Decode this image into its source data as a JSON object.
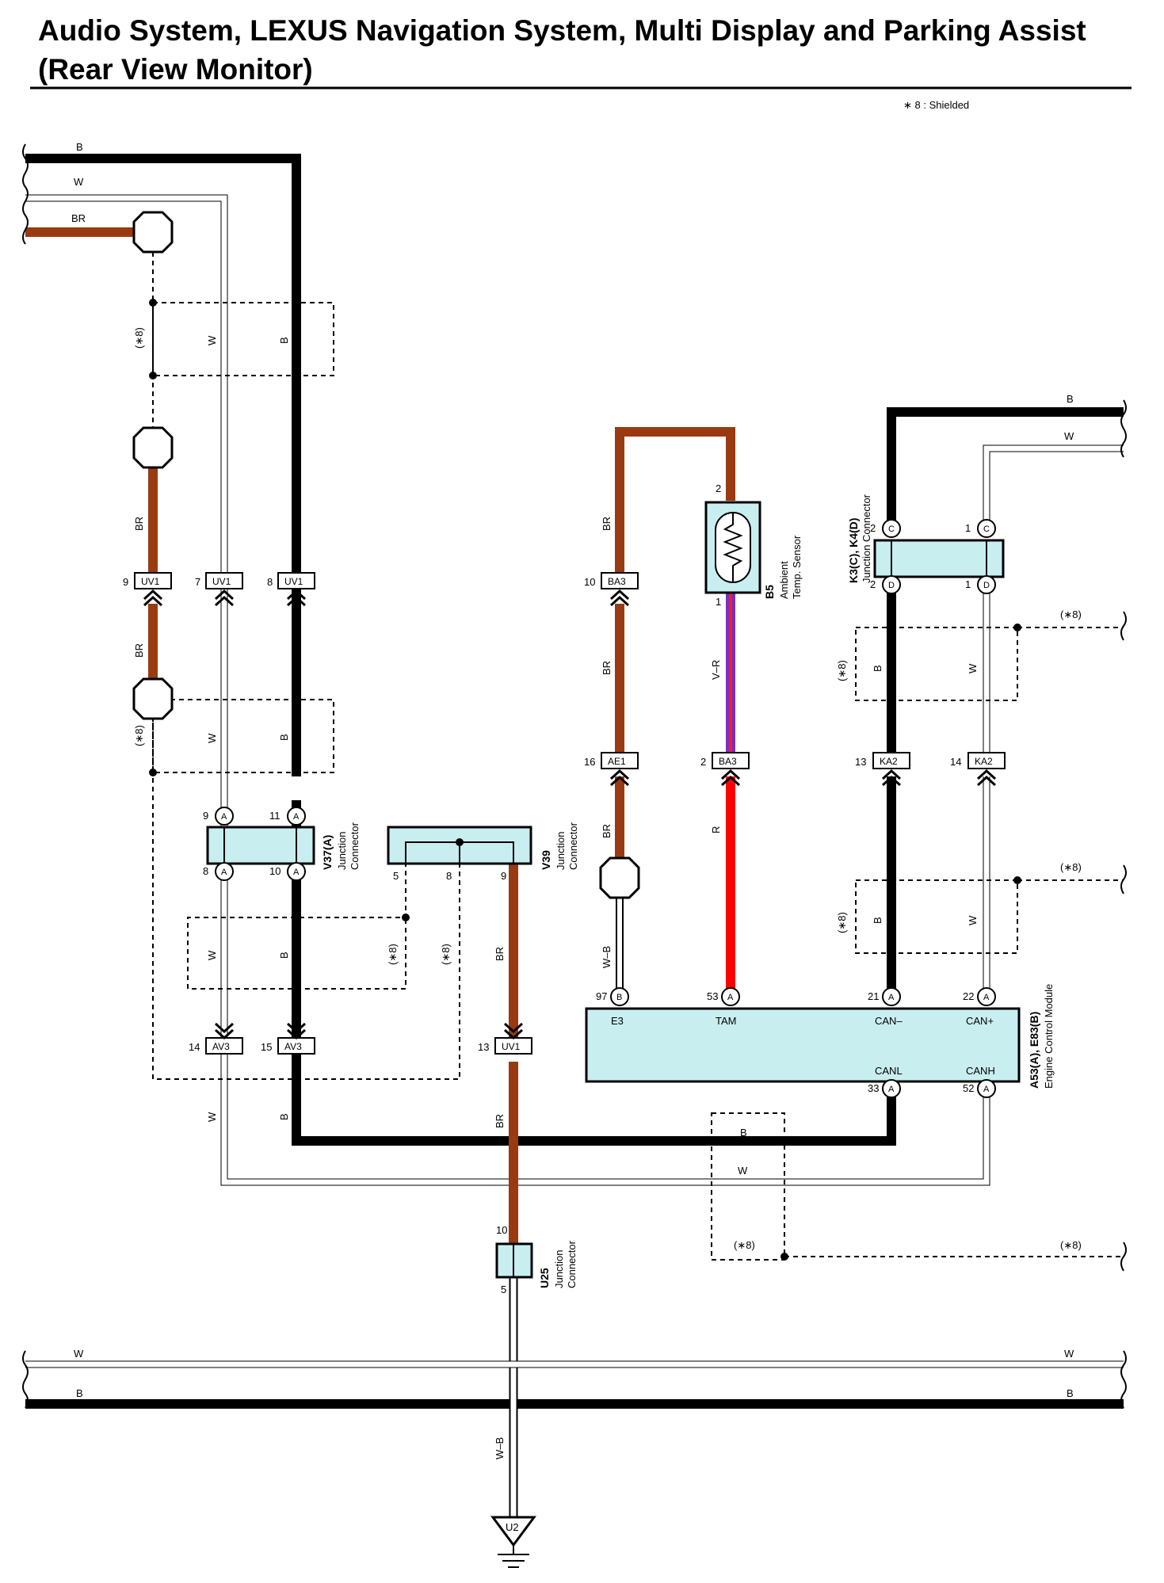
{
  "title": "Audio System, LEXUS Navigation System, Multi Display and Parking Assist (Rear View Monitor)",
  "shield_note": "∗ 8 : Shielded",
  "colors": {
    "B": "#000000",
    "W": "#ffffff",
    "BR": "#9a3a12",
    "V-R_violet": "#7a2fc0",
    "V-R_stripe": "#ff2020",
    "R": "#ff0000",
    "W-B": "#ffffff",
    "connector_fill": "#c8eef0"
  },
  "wire_labels": {
    "B": "B",
    "W": "W",
    "BR": "BR",
    "VR": "V–R",
    "R": "R",
    "WB": "W–B",
    "shield": "(∗8)"
  },
  "connectors": {
    "uv1": "UV1",
    "av3": "AV3",
    "ba3": "BA3",
    "ae1": "AE1",
    "ka2": "KA2"
  },
  "pins": {
    "uv1_left": "9",
    "uv1_mid": "7",
    "uv1_right": "8",
    "v37_a9": "9",
    "v37_a11": "11",
    "v37_a8": "8",
    "v37_a10": "10",
    "v39_5": "5",
    "v39_8": "8",
    "v39_9": "9",
    "av3_14": "14",
    "av3_15": "15",
    "uv1_13": "13",
    "ba3_10": "10",
    "ae1_16": "16",
    "ba3_2": "2",
    "b5_2": "2",
    "b5_1": "1",
    "k3_c2": "2",
    "k3_c1": "1",
    "k4_d2": "2",
    "k4_d1": "1",
    "ka2_13": "13",
    "ka2_14": "14",
    "ecm_97": "97",
    "ecm_53": "53",
    "ecm_21": "21",
    "ecm_22": "22",
    "ecm_33": "33",
    "ecm_52": "52",
    "u25_10": "10",
    "u25_5": "5"
  },
  "terminal_letters": {
    "A": "A",
    "B": "B",
    "C": "C",
    "D": "D"
  },
  "components": {
    "v37": {
      "name": "V37(A)",
      "desc": "Junction",
      "desc2": "Connector"
    },
    "v39": {
      "name": "V39",
      "desc": "Junction",
      "desc2": "Connector"
    },
    "b5": {
      "name": "B5",
      "desc": "Ambient",
      "desc2": "Temp.  Sensor"
    },
    "k3k4": {
      "name": "K3(C), K4(D)",
      "desc": "Junction Connector"
    },
    "ecm": {
      "name": "A53(A), E83(B)",
      "desc": "Engine Control Module",
      "pins": {
        "e3": "E3",
        "tam": "TAM",
        "canm": "CAN–",
        "canp": "CAN+",
        "canl": "CANL",
        "canh": "CANH"
      }
    },
    "u25": {
      "name": "U25",
      "desc": "Junction",
      "desc2": "Connector"
    },
    "u2": {
      "name": "U2"
    }
  }
}
